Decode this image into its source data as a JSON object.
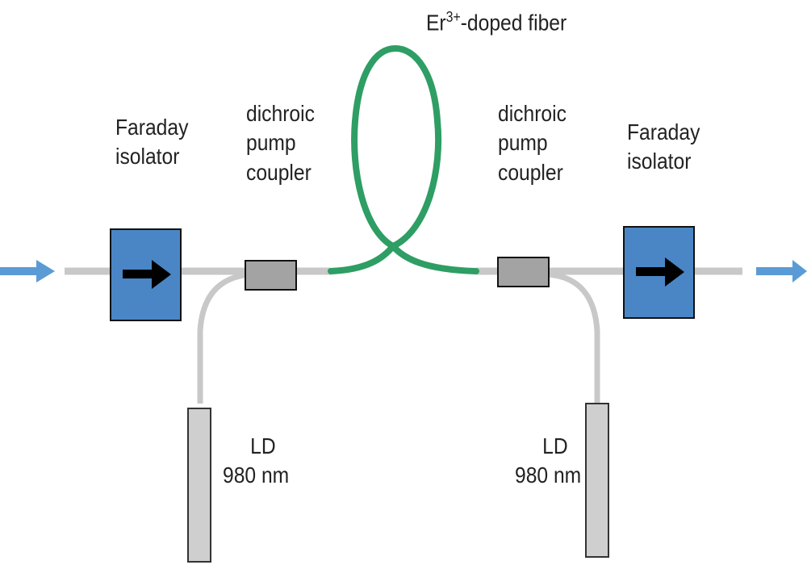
{
  "labels": {
    "faraday_left": [
      "Faraday",
      "isolator"
    ],
    "faraday_right": [
      "Faraday",
      "isolator"
    ],
    "coupler_left": [
      "dichroic",
      "pump",
      "coupler"
    ],
    "coupler_right": [
      "dichroic",
      "pump",
      "coupler"
    ],
    "fiber": {
      "prefix": "Er",
      "sup": "3+",
      "suffix": "-doped fiber"
    },
    "ld_left": [
      "LD",
      "980 nm"
    ],
    "ld_right": [
      "LD",
      "980 nm"
    ]
  },
  "colors": {
    "fiber_gray": "#c8c8c8",
    "er_fiber_green": "#2e9e64",
    "isolator_blue": "#4a86c5",
    "arrow_blue": "#5b9bd5",
    "coupler_gray": "#a3a3a3",
    "ld_gray": "#cfcfcf"
  }
}
